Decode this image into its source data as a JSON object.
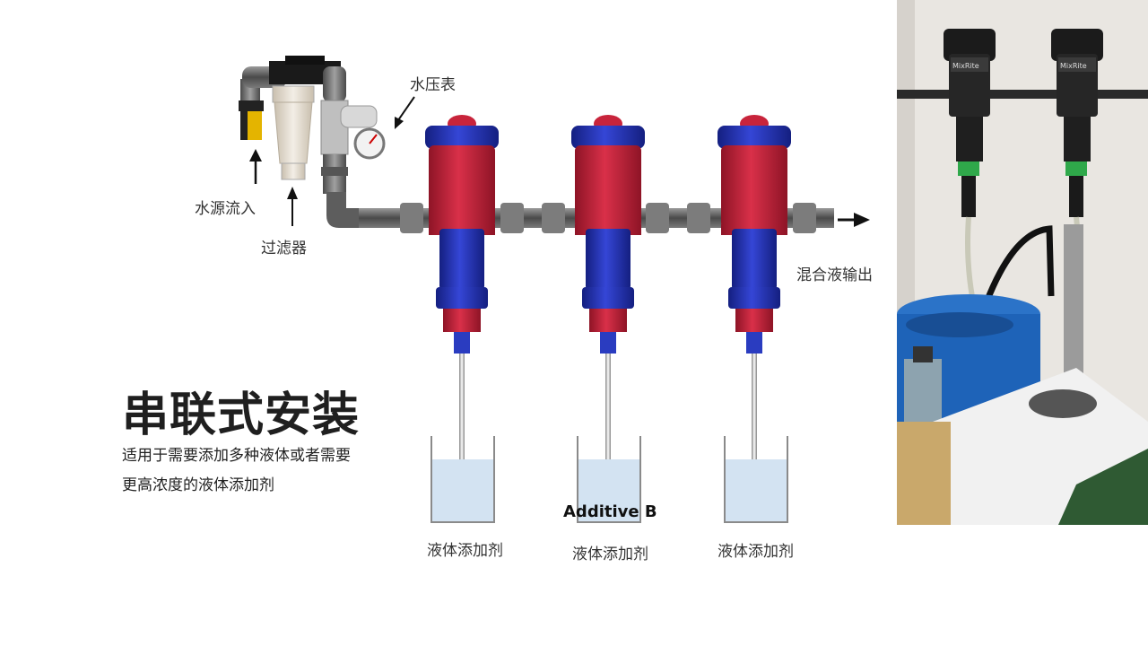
{
  "title": "串联式安装",
  "description_lines": [
    "适用于需要添加多种液体或者需要",
    "更高浓度的液体添加剂"
  ],
  "labels": {
    "water_inlet": "水源流入",
    "filter": "过滤器",
    "pressure_gauge": "水压表",
    "mixed_output": "混合液输出",
    "additive_b": "Additive B",
    "tanks": [
      "液体添加剂",
      "液体添加剂",
      "液体添加剂"
    ]
  },
  "photo": {
    "pump_brand": "MixRite"
  },
  "colors": {
    "pump_red": "#c8243b",
    "pump_blue": "#2233b8",
    "pipe_grey": "#6c6c6c",
    "tank_liquid": "#cfe0f0",
    "photo_wall": "#e9e6e1",
    "drum_blue": "#1e63b8"
  }
}
